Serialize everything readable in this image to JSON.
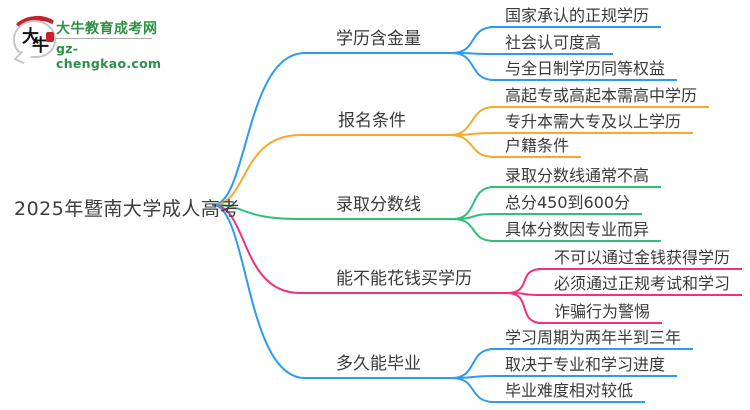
{
  "page": {
    "background": "#ffffff"
  },
  "logo": {
    "icon_text": "大牛",
    "title": "大牛教育成考网",
    "subtitle": "gz-chengkao.com",
    "brand_green": "#2e8f47",
    "seal_red": "#c5232c"
  },
  "root": {
    "label": "2025年暨南大学成人高考"
  },
  "branches": [
    {
      "label": "学历含金量",
      "color": "#2e9af2",
      "children": [
        "国家承认的正规学历",
        "社会认可度高",
        "与全日制学历同等权益"
      ]
    },
    {
      "label": "报名条件",
      "color": "#faa72e",
      "children": [
        "高起专或高起本需高中学历",
        "专升本需大专及以上学历",
        "户籍条件"
      ]
    },
    {
      "label": "录取分数线",
      "color": "#32bf79",
      "children": [
        "录取分数线通常不高",
        "总分450到600分",
        "具体分数因专业而异"
      ]
    },
    {
      "label": "能不能花钱买学历",
      "color": "#f1307e",
      "children": [
        "不可以通过金钱获得学历",
        "必须通过正规考试和学习",
        "诈骗行为警惕"
      ]
    },
    {
      "label": "多久能毕业",
      "color": "#2e9af2",
      "children": [
        "学习周期为两年半到三年",
        "取决于专业和学习进度",
        "毕业难度相对较低"
      ]
    }
  ]
}
